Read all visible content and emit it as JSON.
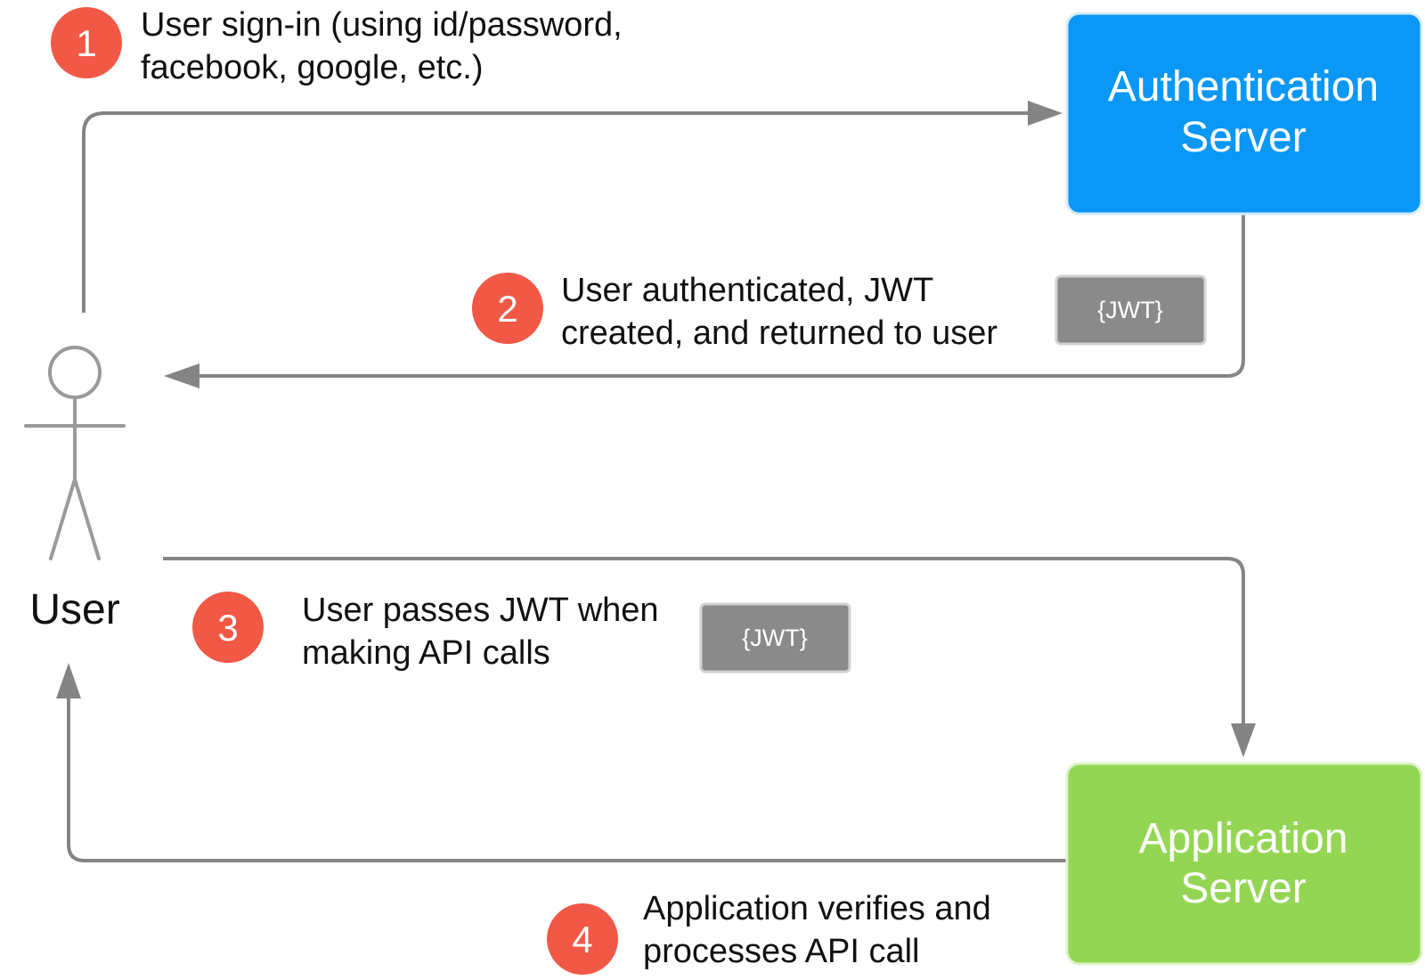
{
  "colors": {
    "auth_server": "#0a97f5",
    "app_server": "#94d654",
    "step_badge": "#f25846",
    "jwt_token": "#8a8a8a",
    "connector": "#848484"
  },
  "actor": {
    "label": "User",
    "icon": "stick-figure-icon"
  },
  "servers": {
    "auth": {
      "line1": "Authentication",
      "line2": "Server"
    },
    "app": {
      "line1": "Application",
      "line2": "Server"
    }
  },
  "steps": [
    {
      "number": "1",
      "line1": "User sign-in (using id/password,",
      "line2": "facebook, google, etc.)"
    },
    {
      "number": "2",
      "line1": "User authenticated, JWT",
      "line2": "created, and returned to user"
    },
    {
      "number": "3",
      "line1": "User passes JWT when",
      "line2": "making API calls"
    },
    {
      "number": "4",
      "line1": "Application verifies and",
      "line2": "processes API call"
    }
  ],
  "tokens": [
    {
      "label": "{JWT}"
    },
    {
      "label": "{JWT}"
    }
  ]
}
